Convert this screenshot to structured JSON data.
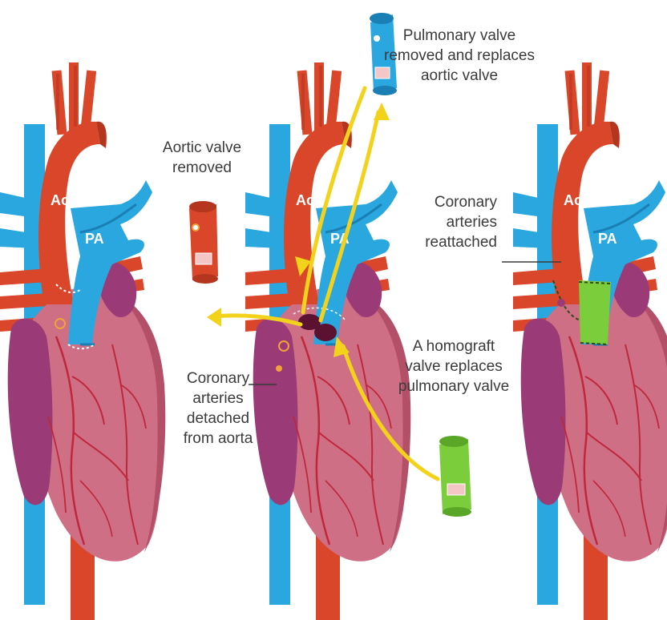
{
  "colors": {
    "aorta": "#d9462a",
    "aorta_dark": "#b4361f",
    "pulmonary": "#2aa7df",
    "pulmonary_dark": "#1a7fb4",
    "heart": "#cf6f86",
    "heart_shadow": "#b35068",
    "atrium": "#9a3b78",
    "coronary": "#c0273a",
    "arrow": "#f2d21b",
    "homograft": "#7ccd3b",
    "text": "#3b3b3b"
  },
  "vessel_labels": {
    "aorta": "Ao",
    "pulmonary_artery": "PA"
  },
  "annotations": {
    "aortic_removed": [
      "Aortic valve",
      "removed"
    ],
    "pulmonary_removed": [
      "Pulmonary valve",
      "removed and replaces",
      "aortic valve"
    ],
    "coronary_detached": [
      "Coronary",
      "arteries",
      "detached",
      "from aorta"
    ],
    "homograft": [
      "A homograft",
      "valve replaces",
      "pulmonary valve"
    ],
    "coronary_reattached": [
      "Coronary",
      "arteries",
      "reattached"
    ]
  }
}
